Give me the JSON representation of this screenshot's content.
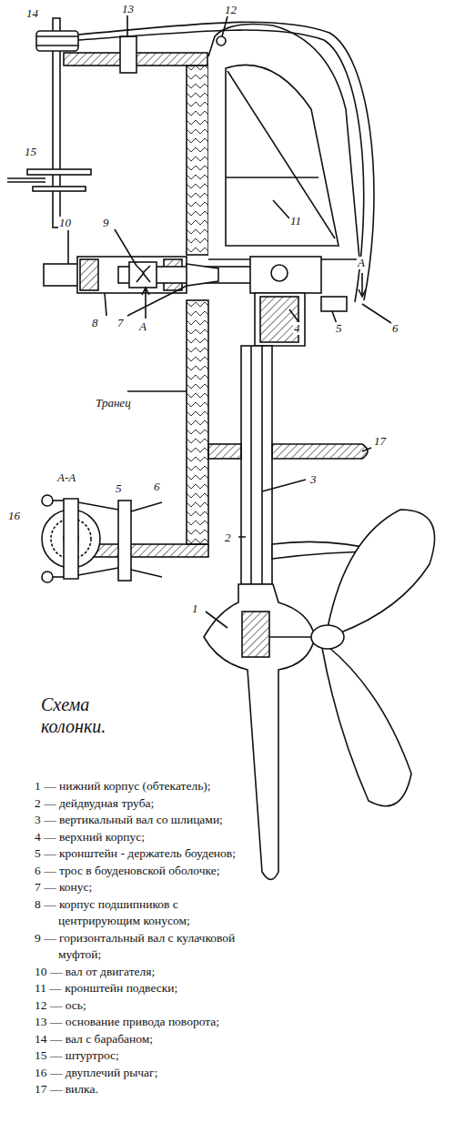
{
  "diagram": {
    "caption": "Схема колонки.",
    "labels": [
      "14",
      "13",
      "12",
      "15",
      "11",
      "10",
      "9",
      "А",
      "4",
      "5",
      "А",
      "6",
      "8",
      "7",
      "Транец",
      "17",
      "3",
      "А-А",
      "16",
      "5",
      "6",
      "2",
      "1",
      "1 — нижний корпус (обтекатель);",
      "2 — дейдвудная труба;",
      "3 — вертикальный вал со шлицами;",
      "4 — верхний корпус;",
      "5 — кронштейн - держатель боуденов;",
      "6 — трос в боуденовской оболочке;",
      "7 — конус;",
      "8 — корпус подшипников с центрирующим конусом;",
      "9 — горизонтальный вал с кулачковой муфтой;",
      "10 — вал от двигателя;",
      "11 — кронштейн подвески;",
      "12 — ось;",
      "13 — основание привода поворота;",
      "14 — вал с барабаном;",
      "15 — штуртрос;",
      "16 — двуплечий рычаг;",
      "17 — вилка."
    ]
  }
}
